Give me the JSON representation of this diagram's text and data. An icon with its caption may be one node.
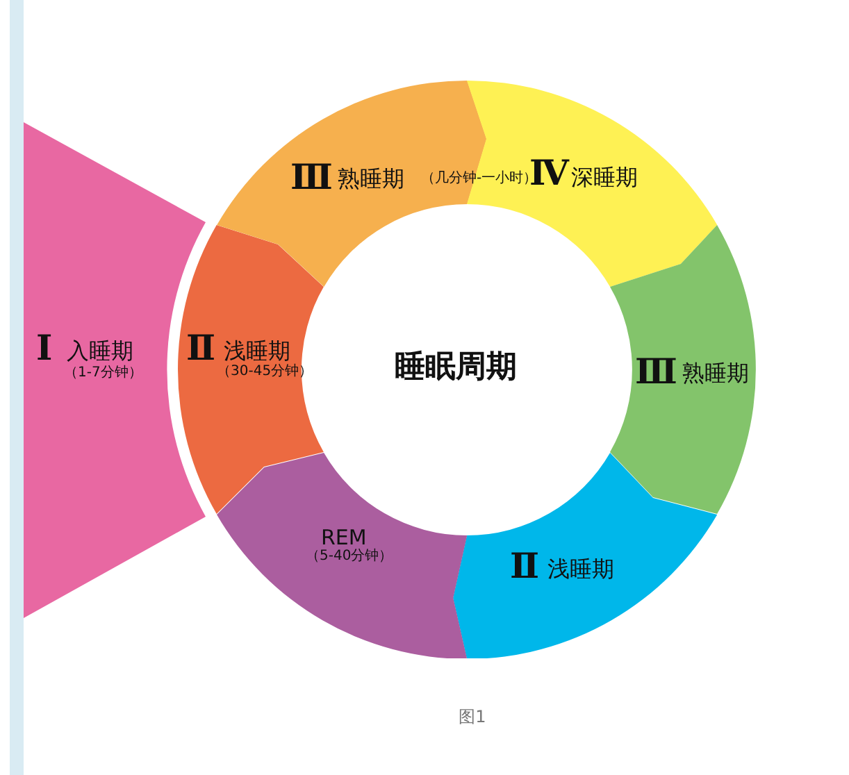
{
  "diagram": {
    "caption": "图1",
    "nodes": [
      {
        "text": [
          "Ⅰ",
          "入睡期",
          "（1-7分钟）"
        ]
      },
      {
        "text": [
          "Ⅱ",
          "浅睡期",
          "（30-45分钟）"
        ]
      },
      {
        "text": [
          "Ⅲ",
          "熟睡期"
        ]
      },
      {
        "text": [
          "（几分钟-一小时）",
          "Ⅳ",
          "深睡期"
        ]
      },
      {
        "text": [
          "Ⅲ",
          "熟睡期"
        ]
      },
      {
        "text": [
          "Ⅱ",
          "浅睡期"
        ]
      },
      {
        "text": [
          "REM",
          "（5-40分钟）"
        ]
      },
      {
        "text": [
          "睡眠周期"
        ]
      }
    ]
  }
}
